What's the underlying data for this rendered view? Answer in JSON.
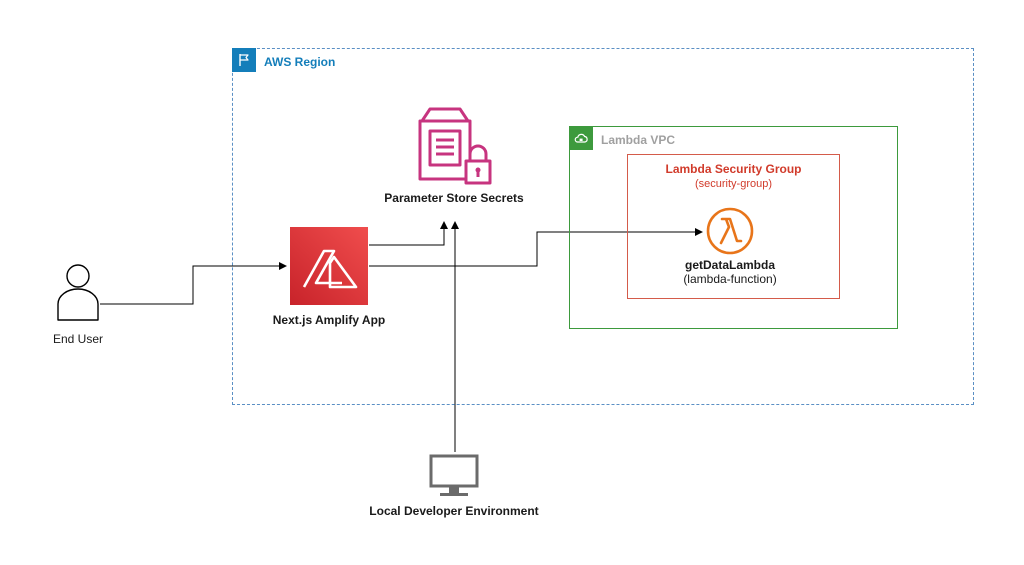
{
  "region": {
    "label": "AWS Region",
    "icon": "flag-icon",
    "color": "#147eba"
  },
  "parameter_store": {
    "label": "Parameter Store Secrets",
    "icon": "parameter-store-icon",
    "color": "#c7347f"
  },
  "vpc": {
    "label": "Lambda VPC",
    "icon": "cloud-lock-icon",
    "color": "#3d9a3d"
  },
  "security_group": {
    "title": "Lambda Security Group",
    "subtitle": "(security-group)",
    "color": "#d13b2b"
  },
  "lambda": {
    "name": "getDataLambda",
    "type": "(lambda-function)",
    "icon": "lambda-icon",
    "color": "#e8751a"
  },
  "amplify": {
    "label": "Next.js Amplify App",
    "icon": "amplify-icon",
    "color": "#d7242b"
  },
  "end_user": {
    "label": "End User",
    "icon": "user-icon"
  },
  "local_dev": {
    "label": "Local Developer Environment",
    "icon": "monitor-icon"
  }
}
